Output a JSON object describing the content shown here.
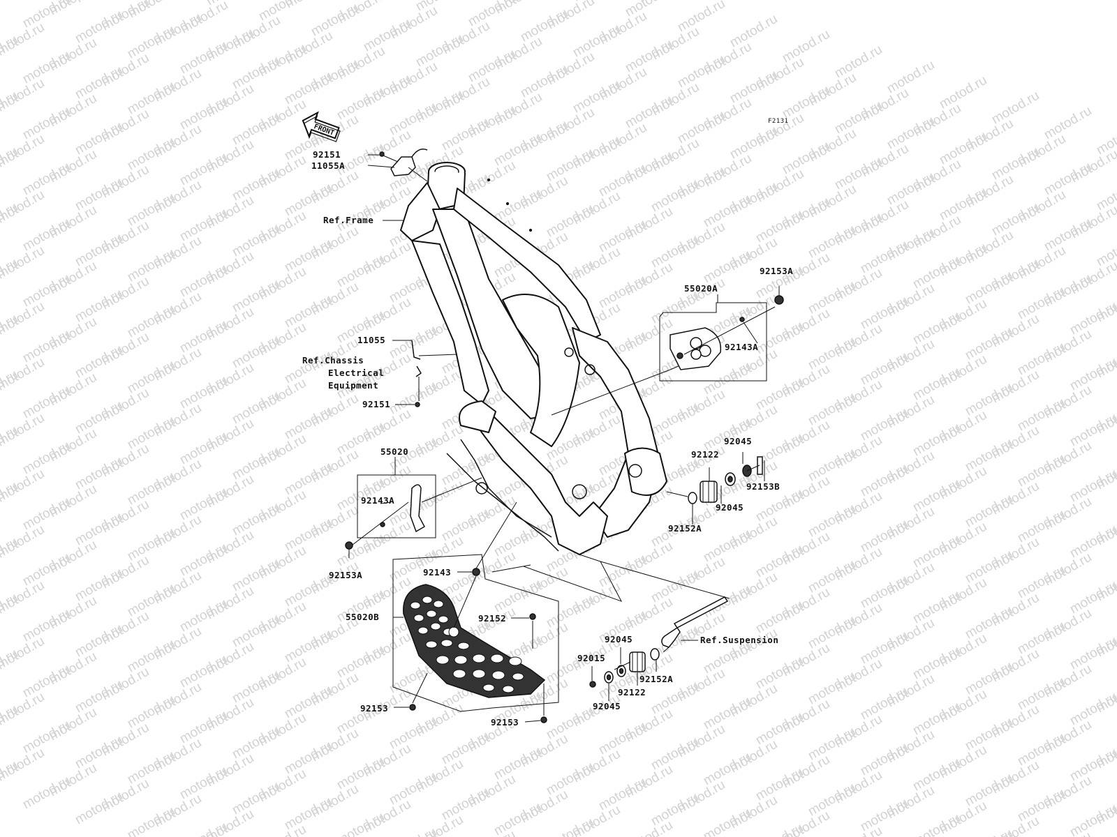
{
  "watermark_text": "motod.ru",
  "diagram_code": "F2131",
  "front_arrow_label": "FRONT",
  "callouts": {
    "p92151_top": "92151",
    "p11055A": "11055A",
    "ref_frame": "Ref.Frame",
    "p11055": "11055",
    "ref_chassis_1": "Ref.Chassis",
    "ref_chassis_2": "Electrical",
    "ref_chassis_3": "Equipment",
    "p92151_mid": "92151",
    "p55020": "55020",
    "p92143A_left": "92143A",
    "p92153A_left": "92153A",
    "p92143": "92143",
    "p55020B": "55020B",
    "p92152": "92152",
    "p92153_left": "92153",
    "p92153_bottom": "92153",
    "p92153A_right": "92153A",
    "p55020A": "55020A",
    "p92143A_right": "92143A",
    "p92045_a": "92045",
    "p92122_a": "92122",
    "p92153B": "92153B",
    "p92045_b": "92045",
    "p92152A_a": "92152A",
    "ref_suspension": "Ref.Suspension",
    "p92045_c": "92045",
    "p92015": "92015",
    "p92152A_b": "92152A",
    "p92122_b": "92122",
    "p92045_d": "92045"
  }
}
